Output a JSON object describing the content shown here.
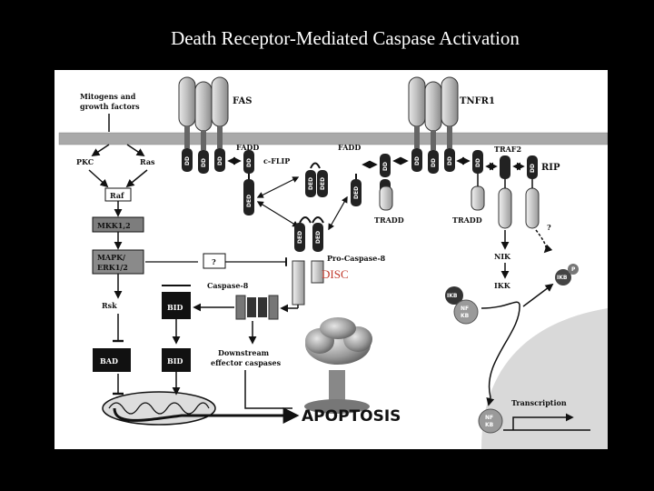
{
  "slide": {
    "title": "Death Receptor-Mediated Caspase Activation"
  },
  "diagram": {
    "receptors": {
      "fas": "FAS",
      "tnfr1": "TNFR1"
    },
    "pathway_left": {
      "mitogens": [
        "Mitogens and",
        "growth factors"
      ],
      "pkc": "PKC",
      "ras": "Ras",
      "raf": "Raf",
      "mkk": "MKK1,2",
      "mapk": [
        "MAPK/",
        "ERK1/2"
      ],
      "unknown": "?",
      "rsk": "Rsk",
      "bad": "BAD"
    },
    "adaptors": {
      "fadd_left": "FADD",
      "cflip": "c-FLIP",
      "fadd_right": "FADD",
      "traf2": "TRAF2",
      "rip": "RIP",
      "tradd_1": "TRADD",
      "tradd_2": "TRADD",
      "procaspase8": "Pro-Caspase-8",
      "disc": "DISC",
      "nik": "NIK",
      "ikk": "IKK",
      "unknown": "?"
    },
    "domains": {
      "dd": "DD",
      "ded": "DED"
    },
    "caspase": {
      "caspase8": "Caspase-8",
      "bid_top": "BID",
      "bid_bottom": "BID",
      "downstream": [
        "Downstream",
        "effector caspases"
      ],
      "apoptosis": "APOPTOSIS"
    },
    "nfkb": {
      "ikb": "IKB",
      "ikb_p": "IKB",
      "p": "P",
      "nf": "NF",
      "kb": "KB",
      "transcription": "Transcription"
    }
  }
}
